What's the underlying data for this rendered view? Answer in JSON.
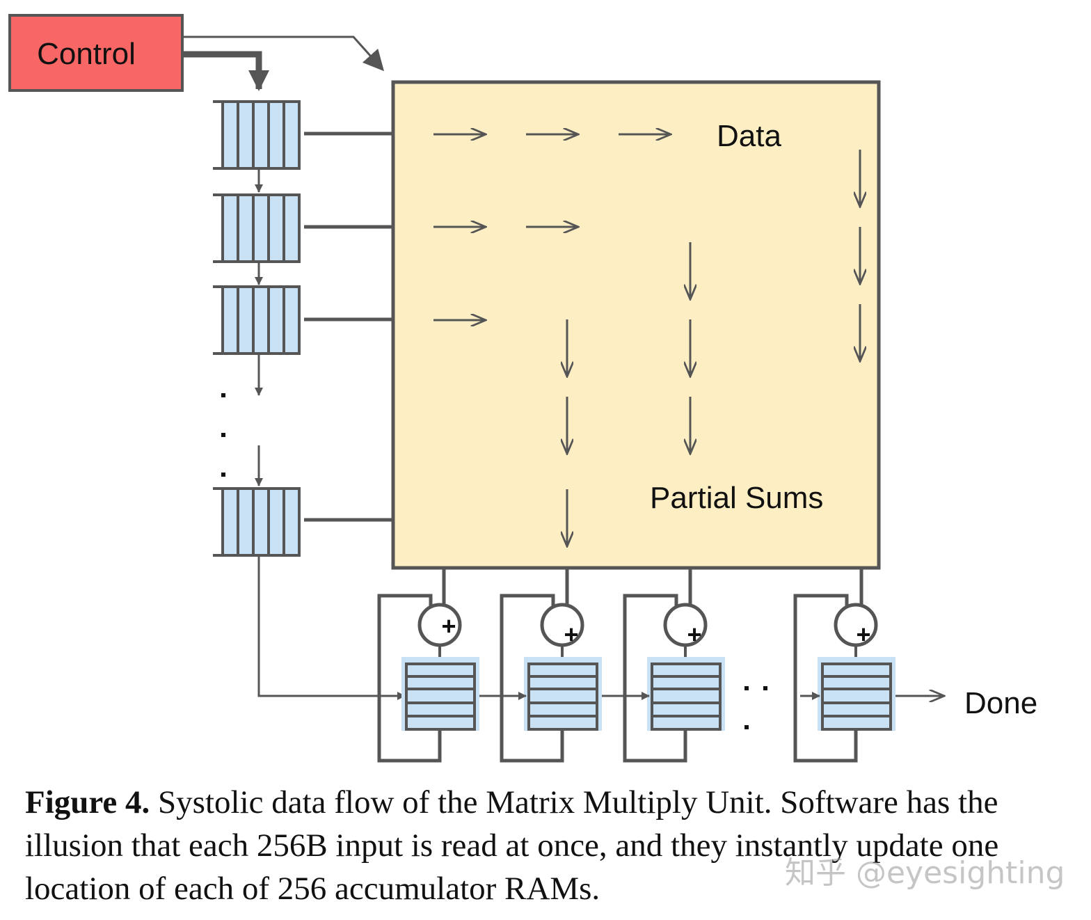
{
  "labels": {
    "control": "Control",
    "data": "Data",
    "partial_sums": "Partial Sums",
    "done": "Done",
    "plus": "+",
    "ellipsis_dot": "."
  },
  "caption": {
    "label": "Figure 4.",
    "text": " Systolic data flow of the Matrix Multiply Unit. Software has the illusion that each 256B input is read at once, and they instantly update one location of each of 256 accumulator RAMs."
  },
  "watermark": "知乎 @eyesighting",
  "colors": {
    "control_fill": "#f96666",
    "matrix_fill": "#fdeec4",
    "cell_fill": "#c9e1f5",
    "line": "#555555",
    "border": "#555555"
  }
}
